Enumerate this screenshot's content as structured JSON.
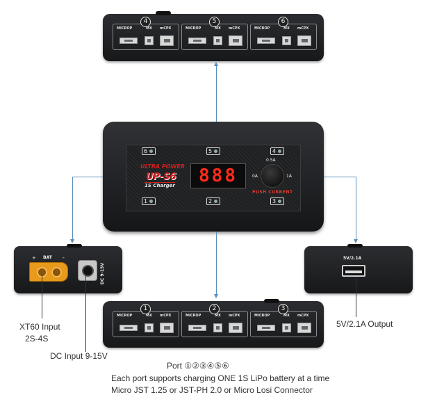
{
  "top_ports": [
    {
      "num": "4",
      "micro": "MICROP",
      "mx": "MX",
      "mcpx": "mCPX"
    },
    {
      "num": "5",
      "micro": "MICROP",
      "mx": "MX",
      "mcpx": "mCPX"
    },
    {
      "num": "6",
      "micro": "MICROP",
      "mx": "MX",
      "mcpx": "mCPX"
    }
  ],
  "bottom_ports": [
    {
      "num": "1",
      "micro": "MICROP",
      "mx": "MX",
      "mcpx": "mCPX"
    },
    {
      "num": "2",
      "micro": "MICROP",
      "mx": "MX",
      "mcpx": "mCPX"
    },
    {
      "num": "3",
      "micro": "MICROP",
      "mx": "MX",
      "mcpx": "mCPX"
    }
  ],
  "charger": {
    "brand": "ULTRA POWER",
    "model": "UP-S6",
    "subtitle": "1S Charger",
    "display": "888",
    "top_ports": [
      "6",
      "5",
      "4"
    ],
    "bottom_ports": [
      "1",
      "2",
      "3"
    ],
    "knob_label_top": "0.5A",
    "knob_label_left": "0A",
    "knob_label_right": "1A",
    "knob_caption": "PUSH CURRENT"
  },
  "side_left": {
    "bat_label": "BAT",
    "plus": "+",
    "minus": "-",
    "dc_label": "DC 9-15V"
  },
  "side_right": {
    "usb_label": "5V/2.1A"
  },
  "captions": {
    "xt60_line1": "XT60 Input",
    "xt60_line2": "2S-4S",
    "dc_input": "DC Input 9-15V",
    "usb_output": "5V/2.1A Output",
    "port_line": "Port ①②③④⑤⑥",
    "info_line1": "Each port supports charging ONE 1S LiPo battery at a time",
    "info_line2": "Micro JST 1.25 or JST-PH 2.0 or Micro Losi Connector"
  },
  "colors": {
    "leader": "#5b8fb8",
    "display_red": "#ff2a1a",
    "xt60": "#e89a1a",
    "brand_red": "#d21f1f"
  }
}
